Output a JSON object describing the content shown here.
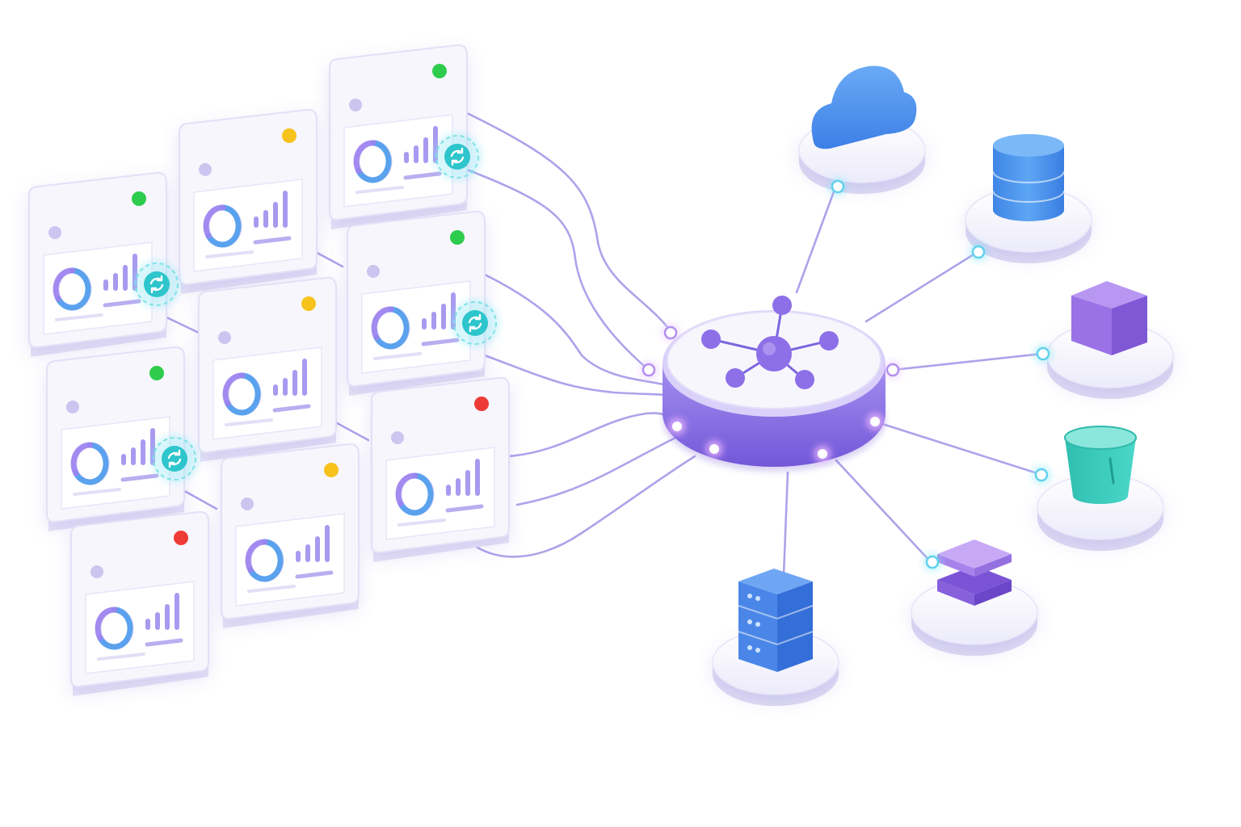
{
  "colors": {
    "background": "#ffffff",
    "line": "#9d93e6",
    "hub_rim": "#8e7ae6",
    "hub_node": "#8d6fe8",
    "card_face": "#f7f6fd",
    "card_border": "#e3e0f6",
    "chart_bar": "#a89af0",
    "ring_blue": "#5aa2ee",
    "ring_purple": "#9b82ee",
    "sync_teal": "#2ec5cc",
    "dot_glow": "#8be8f5",
    "status_green": "#2ecc4d",
    "status_yellow": "#f7c21c",
    "status_red": "#ee3b36",
    "cloud_blue": "#4b92ee",
    "database_blue": "#3d8ae6",
    "cube_purple": "#9468e0",
    "bucket_teal": "#35c7b8",
    "stack_purple": "#a07ae8",
    "server_blue": "#3f7ce4"
  },
  "dashboards": [
    {
      "id": "d1",
      "status": "green",
      "synced": true
    },
    {
      "id": "d2",
      "status": "yellow",
      "synced": false
    },
    {
      "id": "d3",
      "status": "green",
      "synced": true
    },
    {
      "id": "d4",
      "status": "green",
      "synced": true
    },
    {
      "id": "d5",
      "status": "yellow",
      "synced": false
    },
    {
      "id": "d6",
      "status": "green",
      "synced": true
    },
    {
      "id": "d7",
      "status": "red",
      "synced": false
    },
    {
      "id": "d8",
      "status": "yellow",
      "synced": false
    },
    {
      "id": "d9",
      "status": "red",
      "synced": false
    }
  ],
  "hub": {
    "icon": "network-hub-icon"
  },
  "resources": [
    {
      "id": "cloud",
      "icon": "cloud-icon"
    },
    {
      "id": "database",
      "icon": "database-icon"
    },
    {
      "id": "cube",
      "icon": "cube-icon"
    },
    {
      "id": "bucket",
      "icon": "storage-bucket-icon"
    },
    {
      "id": "layers",
      "icon": "layers-icon"
    },
    {
      "id": "server",
      "icon": "server-icon"
    }
  ]
}
